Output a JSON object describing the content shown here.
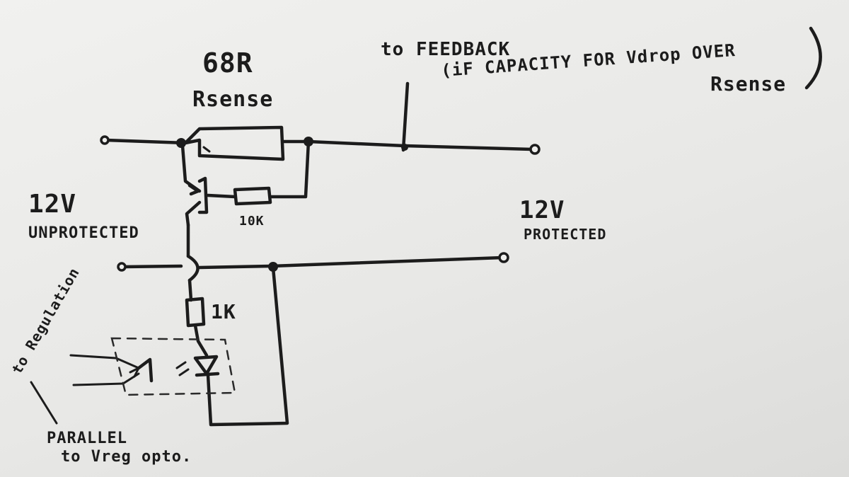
{
  "labels": {
    "rsense_value": "68R",
    "rsense_name": "Rsense",
    "feedback_line1": "to FEEDBACK",
    "feedback_line2": "(iF CAPACITY FOR Vdrop OVER",
    "feedback_line3": "Rsense",
    "feedback_paren": ")",
    "input_voltage": "12V",
    "input_desc": "UNPROTECTED",
    "output_voltage": "12V",
    "output_desc": "PROTECTED",
    "base_resistor": "10K",
    "led_resistor": "1K",
    "to_regulation": "to Regulation",
    "parallel_line1": "PARALLEL",
    "parallel_line2": "to Vreg opto."
  }
}
